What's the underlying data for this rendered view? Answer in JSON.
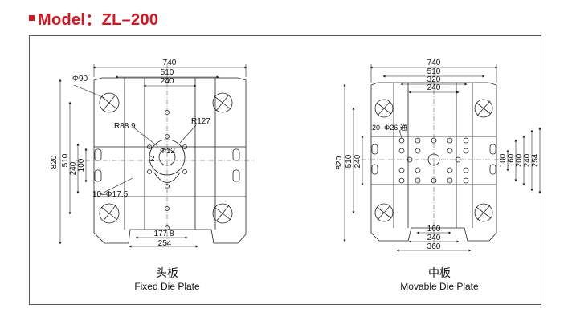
{
  "header": {
    "title": "Model：ZL–200",
    "accent_color": "#d7141d"
  },
  "fixed_plate": {
    "caption_cn": "头板",
    "caption_en": "Fixed Die Plate",
    "dims": {
      "w740": "740",
      "w510": "510",
      "w240": "240",
      "phi90": "Φ90",
      "r889": "R88 9",
      "r127": "R127",
      "phi12": "Φ12",
      "n2": "2",
      "h820": "820",
      "h510": "510",
      "h240": "240",
      "h100": "100",
      "holes": "10–Φ17.5",
      "b1778": "177 8",
      "b254": "254"
    }
  },
  "movable_plate": {
    "caption_cn": "中板",
    "caption_en": "Movable Die Plate",
    "dims": {
      "w740": "740",
      "w510": "510",
      "w320": "320",
      "w240": "240",
      "holes": "20–Φ26 通",
      "h820": "820",
      "h510": "510",
      "h240": "240",
      "r100": "100",
      "r160": "160",
      "r200": "200",
      "r240": "240",
      "r254": "254",
      "b160": "160",
      "b240": "240",
      "b360": "360"
    }
  }
}
